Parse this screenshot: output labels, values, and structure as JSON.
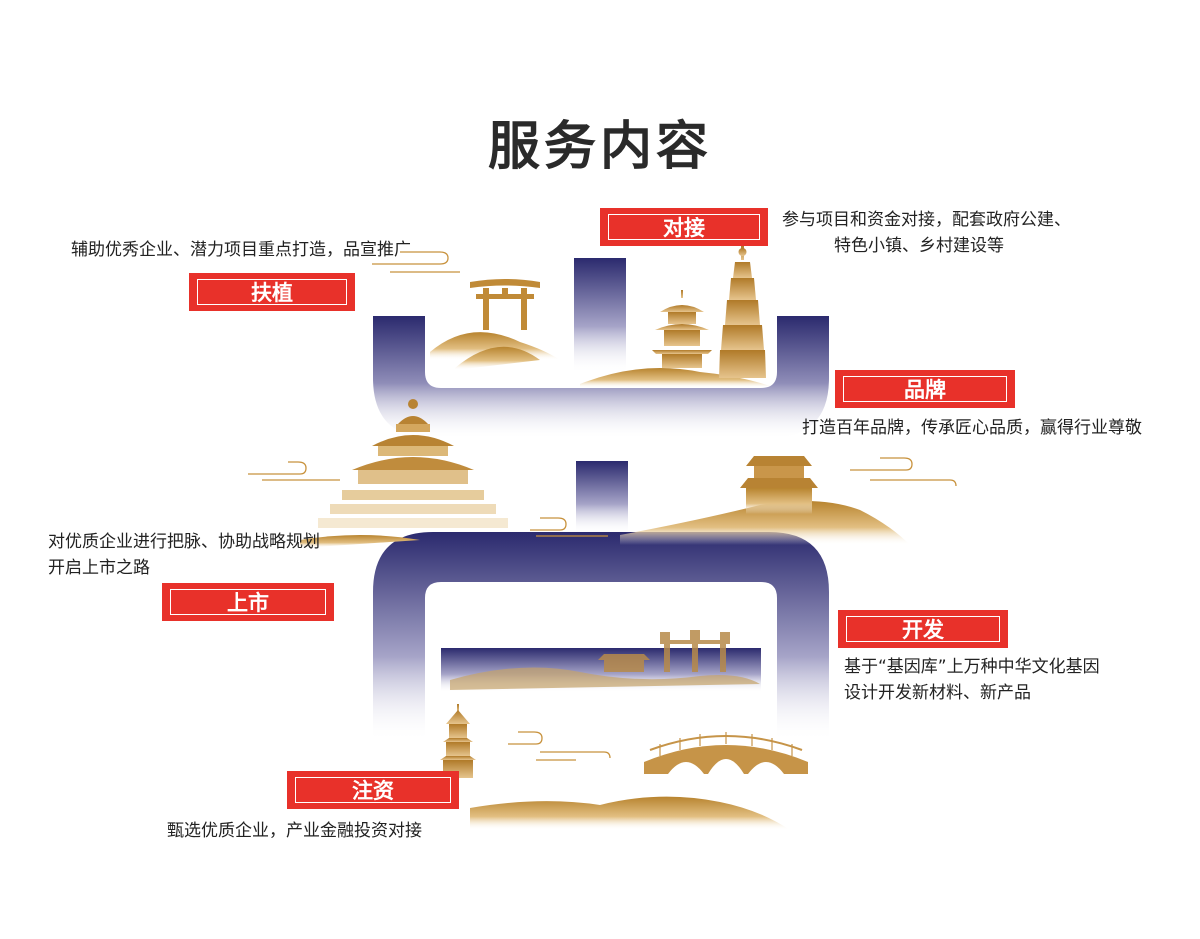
{
  "title": "服务内容",
  "colors": {
    "tag_red": "#e8312a",
    "navy": "#2f2d72",
    "gold": "#c8923d"
  },
  "items": {
    "duijie": {
      "label": "对接",
      "lines": [
        "参与项目和资金对接，配套政府公建、",
        "特色小镇、乡村建设等"
      ]
    },
    "fuzhi": {
      "label": "扶植",
      "lines": [
        "辅助优秀企业、潜力项目重点打造，品宣推广"
      ]
    },
    "pinpai": {
      "label": "品牌",
      "lines": [
        "打造百年品牌，传承匠心品质，赢得行业尊敬"
      ]
    },
    "shangshi": {
      "label": "上市",
      "lines": [
        "对优质企业进行把脉、协助战略规划",
        "开启上市之路"
      ]
    },
    "kaifa": {
      "label": "开发",
      "lines": [
        "基于“基因库”上万种中华文化基因",
        "设计开发新材料、新产品"
      ]
    },
    "zhuzi": {
      "label": "注资",
      "lines": [
        "甄选优质企业，产业金融投资对接"
      ]
    }
  },
  "icons": [
    "torii-gate-icon",
    "pavilion-icon",
    "pagoda-tower-icon",
    "temple-of-heaven-icon",
    "city-gate-tower-icon",
    "small-pagoda-icon",
    "stone-arch-bridge-icon",
    "auspicious-cloud-icon",
    "mountain-icon"
  ]
}
